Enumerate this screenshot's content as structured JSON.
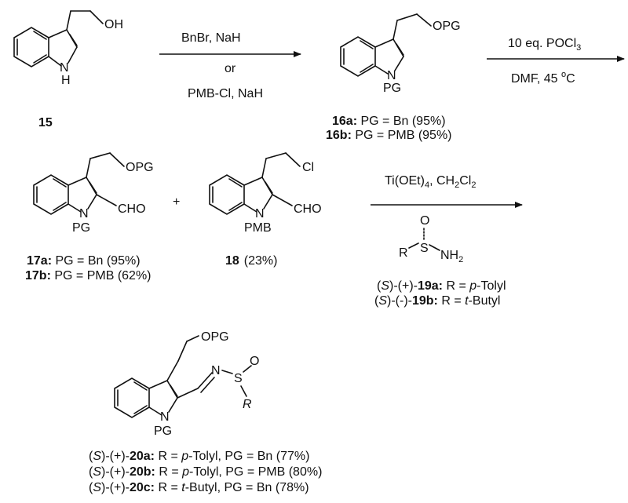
{
  "compound_15": {
    "substituent": "OH",
    "nh": "N",
    "h": "H",
    "number": "15"
  },
  "step1": {
    "reagent_a": "BnBr, NaH",
    "or": "or",
    "reagent_b": "PMB-Cl, NaH"
  },
  "compound_16": {
    "substituent": "OPG",
    "n": "N",
    "pg": "PG",
    "caption_a_num": "16a:",
    "caption_a_text": " PG = Bn (95%)",
    "caption_b_num": "16b:",
    "caption_b_text": " PG = PMB (95%)"
  },
  "step2": {
    "reagent_a": "10 eq. POCl",
    "reagent_a_sub": "3",
    "reagent_b": "DMF, 45 ",
    "reagent_b_sup": "o",
    "reagent_b_end": "C"
  },
  "compound_17": {
    "substituent": "OPG",
    "cho": "CHO",
    "n": "N",
    "pg": "PG",
    "caption_a_num": "17a:",
    "caption_a_text": " PG = Bn (95%)",
    "caption_b_num": "17b:",
    "caption_b_text": " PG = PMB (62%)"
  },
  "plus": "+",
  "compound_18": {
    "substituent": "Cl",
    "cho": "CHO",
    "n": "N",
    "pg": "PMB",
    "number": "18",
    "yield": "(23%)"
  },
  "step3": {
    "reagent_a1": "Ti(OEt)",
    "reagent_a1_sub": "4",
    "reagent_a2": ", CH",
    "reagent_a2_sub1": "2",
    "reagent_a3": "Cl",
    "reagent_a3_sub2": "2",
    "sulfinamide_o": "O",
    "sulfinamide_r": "R",
    "sulfinamide_s": "S",
    "sulfinamide_nh": "NH",
    "sulfinamide_nh_sub": "2",
    "line_a_s": "S",
    "line_a_prefix": ")-(+)-",
    "line_a_num": "19a:",
    "line_a_text": " R = ",
    "line_a_p": "p",
    "line_a_end": "-Tolyl",
    "line_b_s": "S",
    "line_b_prefix": ")-(-)-",
    "line_b_num": "19b:",
    "line_b_text": " R = ",
    "line_b_t": "t",
    "line_b_end": "-Butyl"
  },
  "compound_20": {
    "substituent": "OPG",
    "n_imine": "N",
    "s": "S",
    "o": "O",
    "r": "R",
    "n": "N",
    "pg": "PG",
    "l1_s": "S",
    "l1_prefix": ")-(+)-",
    "l1_num": "20a:",
    "l1_text": " R = ",
    "l1_it": "p",
    "l1_end": "-Tolyl, PG = Bn (77%)",
    "l2_s": "S",
    "l2_prefix": ")-(+)-",
    "l2_num": "20b:",
    "l2_text": " R = ",
    "l2_it": "p",
    "l2_end": "-Tolyl, PG = PMB (80%)",
    "l3_s": "S",
    "l3_prefix": ")-(+)-",
    "l3_num": "20c:",
    "l3_text": " R = ",
    "l3_it": "t",
    "l3_end": "-Butyl, PG = Bn (78%)"
  }
}
